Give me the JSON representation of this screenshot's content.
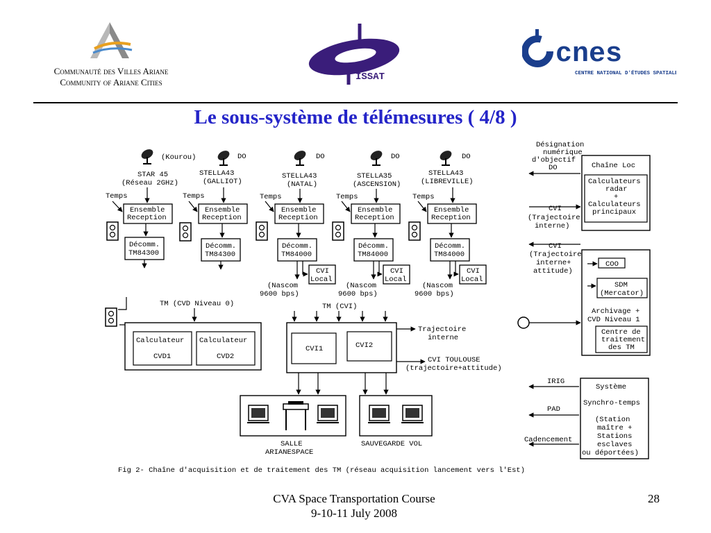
{
  "logos": {
    "ariane_line1": "Communauté des Villes Ariane",
    "ariane_line2": "Community of Ariane Cities",
    "issat": "ISSAT",
    "cnes": "cnes",
    "cnes_sub": "CENTRE NATIONAL D'ÉTUDES SPATIALES"
  },
  "title": "Le sous-système de télémesures  ( 4/8 )",
  "diagram": {
    "stations": [
      {
        "name": "STAR 45",
        "sub": "(Réseau 2GHz)",
        "tag": "(Kourou)"
      },
      {
        "name": "STELLA43",
        "sub": "(GALLIOT)",
        "tag": "DO"
      },
      {
        "name": "STELLA43",
        "sub": "(NATAL)",
        "tag": "DO"
      },
      {
        "name": "STELLA35",
        "sub": "(ASCENSION)",
        "tag": "DO"
      },
      {
        "name": "STELLA43",
        "sub": "(LIBREVILLE)",
        "tag": "DO"
      }
    ],
    "temps": "Temps",
    "ensemble1": "Ensemble",
    "ensemble2": "Reception",
    "decomm": "Décomm.",
    "tm84300": "TM84300",
    "tm84000": "TM84000",
    "cvi_local1": "CVI",
    "cvi_local2": "Local",
    "nascom1": "(Nascom",
    "nascom2": "9600 bps)",
    "designation": [
      "Désignation",
      "numérique",
      "d'objectif",
      "DO"
    ],
    "chaine_loc": "Chaîne Loc",
    "calc_radar": [
      "Calculateurs",
      "radar",
      "+",
      "Calculateurs",
      "principaux"
    ],
    "cvi_traj_left": [
      "CVI",
      "(Trajectoire",
      "interne)"
    ],
    "cvi_traj_att": [
      "CVI",
      "(Trajectoire",
      "interne+",
      "attitude)"
    ],
    "coo": "COO",
    "sdm": [
      "SDM",
      "(Mercator)"
    ],
    "archivage": [
      "Archivage +",
      "CVD Niveau 1"
    ],
    "centre": [
      "Centre de",
      "traitement",
      "des TM"
    ],
    "tm_cvd": "TM (CVD Niveau 0)",
    "tm_cvi": "TM (CVI)",
    "calc_cvd1": [
      "Calculateur",
      "CVD1"
    ],
    "calc_cvd2": [
      "Calculateur",
      "CVD2"
    ],
    "cvi1": "CVI1",
    "cvi2": "CVI2",
    "trajectoire_interne": [
      "Trajectoire",
      "interne"
    ],
    "cvi_toulouse": [
      "CVI TOULOUSE",
      "(trajectoire+attitude)"
    ],
    "irig": "IRIG",
    "pad": "PAD",
    "cadencement": "Cadencement",
    "systeme": [
      "Système",
      "Synchro-temps",
      "(Station",
      "maître +",
      "Stations",
      "esclaves",
      "ou déportées)"
    ],
    "salle": [
      "SALLE",
      "ARIANESPACE"
    ],
    "sauvegarde": "SAUVEGARDE VOL",
    "caption": "Fig 2-  Chaîne d'acquisition et de traitement des TM (réseau acquisition lancement vers l'Est)"
  },
  "footer": {
    "course": "CVA Space Transportation Course",
    "dates": "9-10-11 July 2008",
    "page": "28"
  },
  "colors": {
    "title": "#2424c8",
    "issat": "#3a1d7a",
    "cnes": "#1a3e8c"
  }
}
